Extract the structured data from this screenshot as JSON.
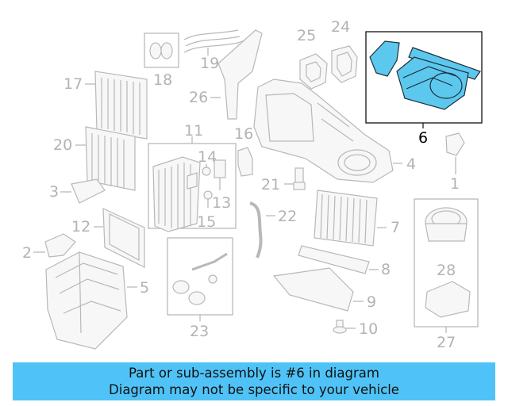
{
  "diagram": {
    "highlighted_part": "6",
    "labels": [
      "1",
      "2",
      "3",
      "4",
      "5",
      "6",
      "7",
      "8",
      "9",
      "10",
      "11",
      "12",
      "13",
      "14",
      "15",
      "16",
      "17",
      "18",
      "19",
      "20",
      "21",
      "22",
      "23",
      "24",
      "25",
      "26",
      "27",
      "28"
    ]
  },
  "banner": {
    "line1": "Part or sub-assembly is #6 in diagram",
    "line2": "Diagram may not be specific to your vehicle"
  },
  "colors": {
    "banner_bg": "#4fc3f7",
    "highlight": "#5cc8ee",
    "label_gray": "#b3b3b3"
  }
}
